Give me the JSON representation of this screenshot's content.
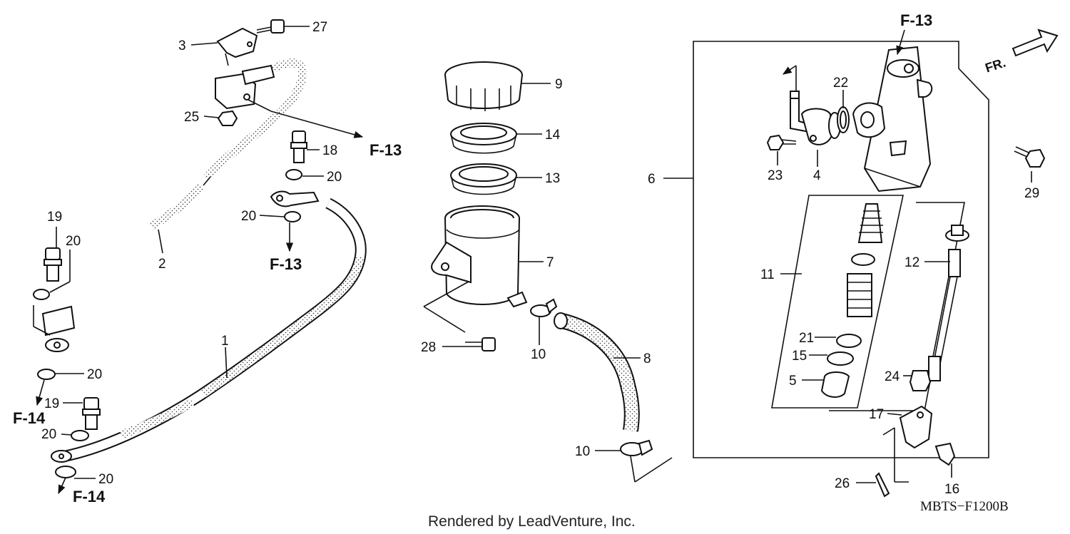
{
  "labels": {
    "p1": "1",
    "p2": "2",
    "p3": "3",
    "p4": "4",
    "p5": "5",
    "p6": "6",
    "p7": "7",
    "p8": "8",
    "p9": "9",
    "p10a": "10",
    "p10b": "10",
    "p11": "11",
    "p12": "12",
    "p13": "13",
    "p14": "14",
    "p15": "15",
    "p16": "16",
    "p17": "17",
    "p18": "18",
    "p19a": "19",
    "p19b": "19",
    "p20a": "20",
    "p20b": "20",
    "p20c": "20",
    "p20d": "20",
    "p20e": "20",
    "p20f": "20",
    "p21": "21",
    "p22": "22",
    "p23": "23",
    "p24": "24",
    "p25": "25",
    "p26": "26",
    "p27": "27",
    "p28": "28",
    "p29": "29"
  },
  "refs": {
    "f13_top": "F-13",
    "f13_mid": "F-13",
    "f13_right": "F-13",
    "f14_a": "F-14",
    "f14_b": "F-14"
  },
  "front_arrow": "FR.",
  "diagram_code": "MBTS−F1200B",
  "credit": "Rendered by LeadVenture, Inc."
}
